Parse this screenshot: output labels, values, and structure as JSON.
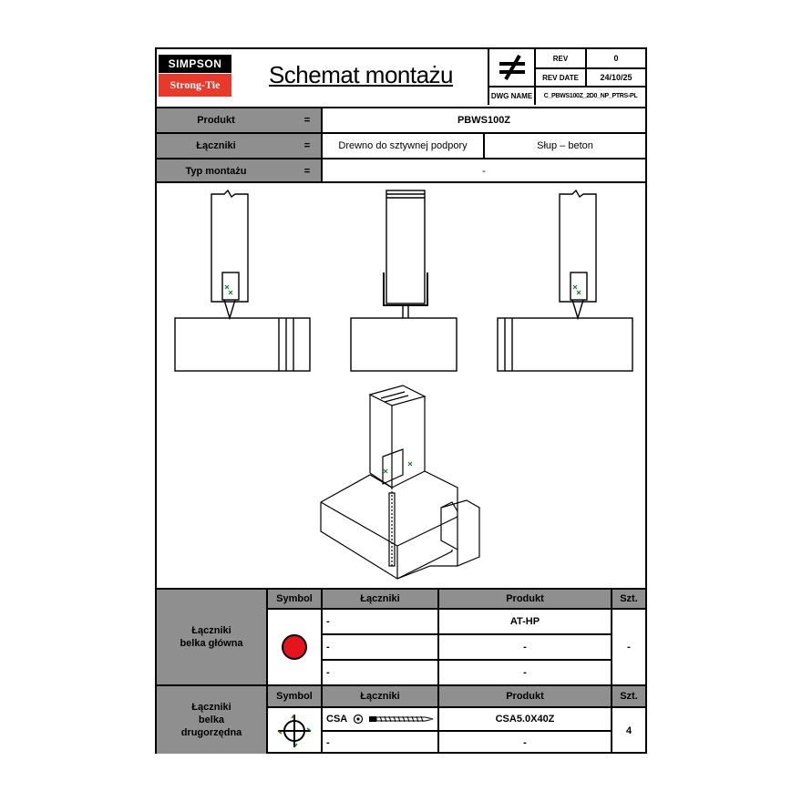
{
  "brand": {
    "logo_top": "SIMPSON",
    "logo_bottom": "Strong-Tie",
    "logo_red": "#e8392b"
  },
  "header": {
    "title": "Schemat montażu",
    "rev_label": "REV",
    "rev_value": "0",
    "rev_date_label": "REV DATE",
    "rev_date_value": "24/10/25",
    "dwg_name_label": "DWG NAME",
    "dwg_name_value": "C_PBWS100Z_2D0_NP_PTRS-PL",
    "symbol_icon": "not-equal-icon"
  },
  "info": {
    "eq": "=",
    "product_label": "Produkt",
    "product_value": "PBWS100Z",
    "fasteners_label": "Łączniki",
    "fasteners_value_1": "Drewno do sztywnej podpory",
    "fasteners_value_2": "Słup – beton",
    "mount_type_label": "Typ montażu",
    "mount_type_value": "-"
  },
  "table1": {
    "section_label": "Łączniki\nbelka główna",
    "col_symbol": "Symbol",
    "col_fasteners": "Łączniki",
    "col_product": "Produkt",
    "col_qty": "Szt.",
    "rows": [
      {
        "fastener": "-",
        "product": "AT-HP"
      },
      {
        "fastener": "-",
        "product": "-"
      },
      {
        "fastener": "-",
        "product": "-"
      }
    ],
    "qty": "-",
    "symbol_color": "#e8141b"
  },
  "table2": {
    "section_label": "Łączniki\nbelka\ndrugorzędna",
    "col_symbol": "Symbol",
    "col_fasteners": "Łączniki",
    "col_product": "Produkt",
    "col_qty": "Szt.",
    "rows": [
      {
        "fastener": "CSA",
        "product": "CSA5.0X40Z"
      },
      {
        "fastener": "-",
        "product": "-"
      }
    ],
    "qty": "4",
    "symbol_color": "#0a8a2a"
  }
}
